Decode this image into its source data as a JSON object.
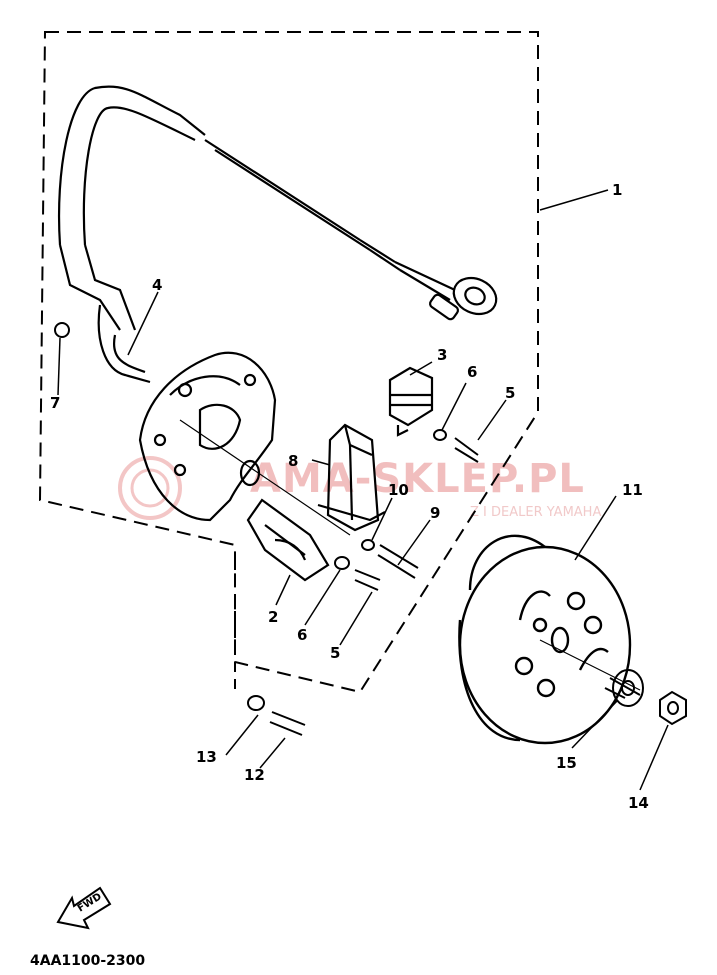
{
  "diagram": {
    "part_labels": [
      "1",
      "2",
      "3",
      "4",
      "5",
      "5",
      "6",
      "6",
      "7",
      "8",
      "9",
      "10",
      "11",
      "12",
      "13",
      "14",
      "15"
    ],
    "fwd_label": "FWD",
    "drawing_code": "4AA1100-2300"
  },
  "watermark": {
    "text": "AMA-SKLEP.PL",
    "subtext": "Z I DEALER YAMAHA",
    "color": "#f0b8b8"
  }
}
